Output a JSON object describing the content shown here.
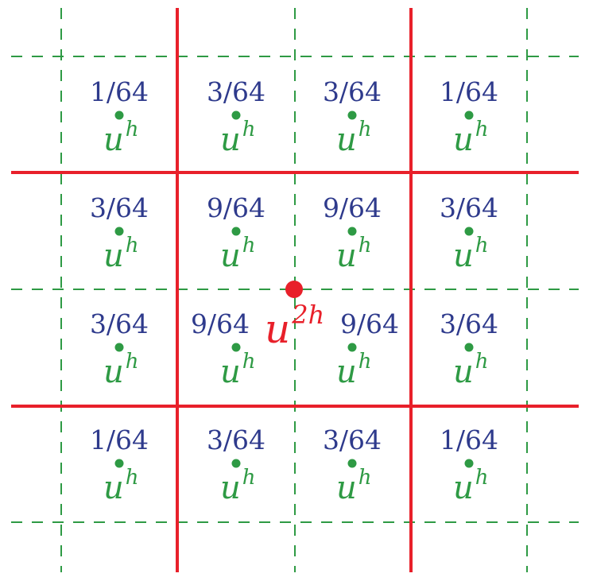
{
  "colors": {
    "fine_grid": "#2e9a44",
    "coarse_grid": "#e8202a",
    "weight_text": "#2e3a8c",
    "fine_point": "#2e9a44",
    "coarse_point": "#e8202a"
  },
  "fine_points": {
    "symbol": "u",
    "superscript": "h",
    "rows": [
      [
        "1/64",
        "3/64",
        "3/64",
        "1/64"
      ],
      [
        "3/64",
        "9/64",
        "9/64",
        "3/64"
      ],
      [
        "3/64",
        "9/64",
        "9/64",
        "3/64"
      ],
      [
        "1/64",
        "3/64",
        "3/64",
        "1/64"
      ]
    ]
  },
  "coarse_point": {
    "symbol": "u",
    "superscript": "2h"
  }
}
